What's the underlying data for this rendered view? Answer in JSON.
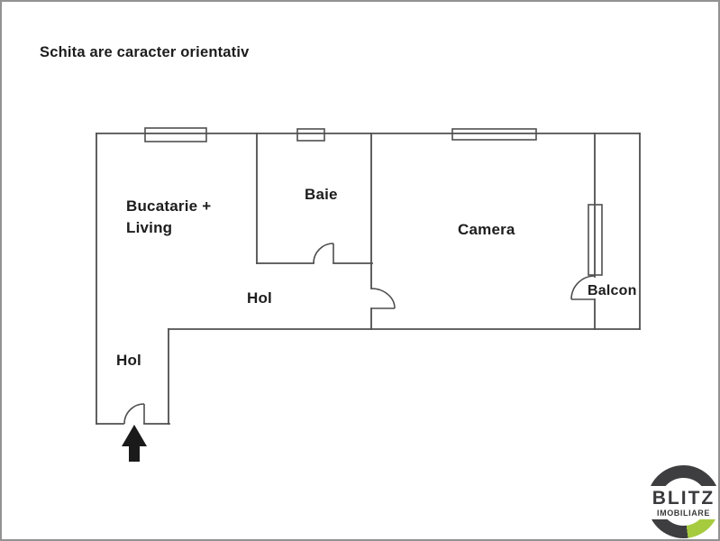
{
  "disclaimer": "Schita are caracter orientativ",
  "rooms": {
    "bucatarie_living": "Bucatarie +\nLiving",
    "baie": "Baie",
    "camera": "Camera",
    "hol_corridor": "Hol",
    "hol_entrance": "Hol",
    "balcon": "Balcon"
  },
  "icons": {
    "entrance_arrow": "up-arrow"
  },
  "logo": {
    "line1": "BLITZ",
    "line2": "IMOBILIARE",
    "ring_color": "#3e3e40",
    "accent_color": "#a6cb3f",
    "text_color": "#3a3a3c"
  },
  "colors": {
    "wall": "#4f4f4f",
    "text": "#1d1d1d",
    "border": "#929292",
    "background": "#ffffff"
  }
}
